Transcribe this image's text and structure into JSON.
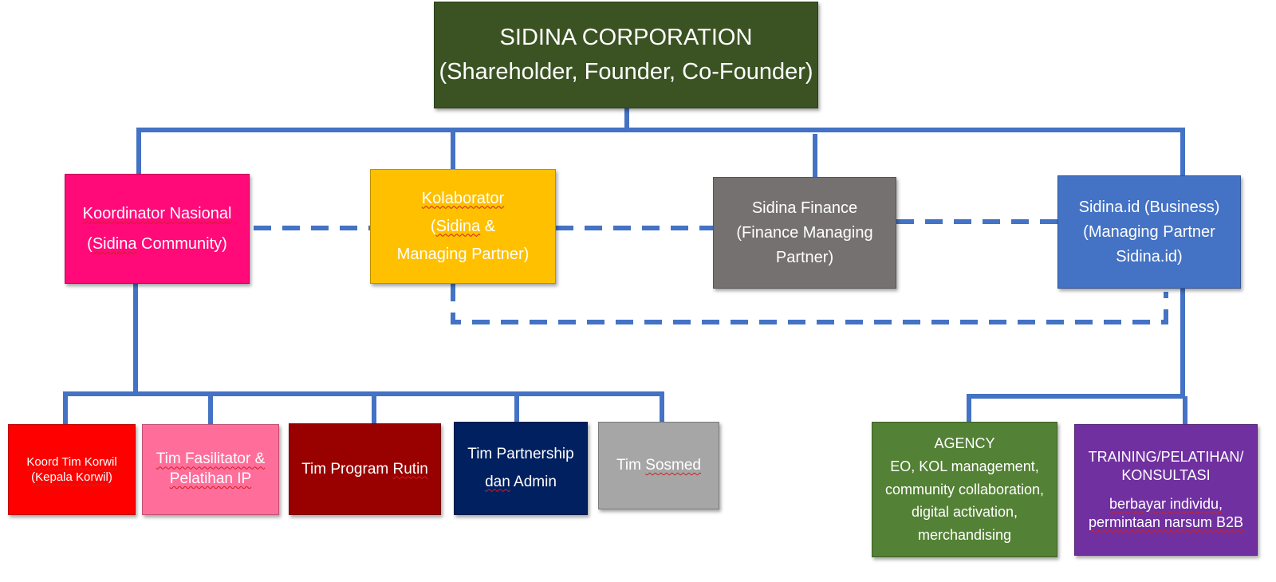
{
  "colors": {
    "connector": "#4472c4",
    "root": "#3b5323",
    "koordinator": "#ff0a78",
    "kolaborator": "#ffc000",
    "finance": "#767171",
    "business": "#4472c4",
    "korwil": "#ff0000",
    "fasilitator": "#ff6e9b",
    "program": "#990000",
    "partnership": "#002060",
    "sosmed": "#a6a6a6",
    "agency": "#538135",
    "training": "#7030a0"
  },
  "root": {
    "line1": "SIDINA CORPORATION",
    "line2": "(Shareholder, Founder, Co-Founder)"
  },
  "level1": {
    "koordinator": {
      "line1": "Koordinator Nasional",
      "line2_pre": "(",
      "line2_word": "Sidina",
      "line2_post": " Community)"
    },
    "kolaborator": {
      "line1": "Kolaborator",
      "line2_pre": "(",
      "line2_word": "Sidina",
      "line2_post": " &",
      "line3": "Managing Partner)"
    },
    "finance": {
      "line1": "Sidina Finance",
      "line2": "(Finance Managing",
      "line3": "Partner)"
    },
    "business": {
      "line1": "Sidina.id (Business)",
      "line2": "(Managing Partner",
      "line3": "Sidina.id)"
    }
  },
  "level2": {
    "korwil": {
      "line1": "Koord Tim Korwil",
      "line2": "(Kepala Korwil)"
    },
    "fasilitator": {
      "line1": "Tim Fasilitator &",
      "line2": "Pelatihan IP"
    },
    "program": {
      "text_pre": "Tim Program ",
      "text_word": "Rutin"
    },
    "partnership": {
      "line1": "Tim Partnership",
      "line2_word": "dan",
      "line2_post": " Admin"
    },
    "sosmed": {
      "text_pre": "Tim ",
      "text_word": "Sosmed"
    },
    "agency": {
      "line1": "AGENCY",
      "line2": "EO, KOL management,",
      "line3": "community collaboration,",
      "line4": "digital activation,",
      "line5": "merchandising"
    },
    "training": {
      "line1": "TRAINING/PELATIHAN/",
      "line2": "KONSULTASI",
      "line3": "berbayar individu,",
      "line4": "permintaan narsum B2B"
    }
  }
}
